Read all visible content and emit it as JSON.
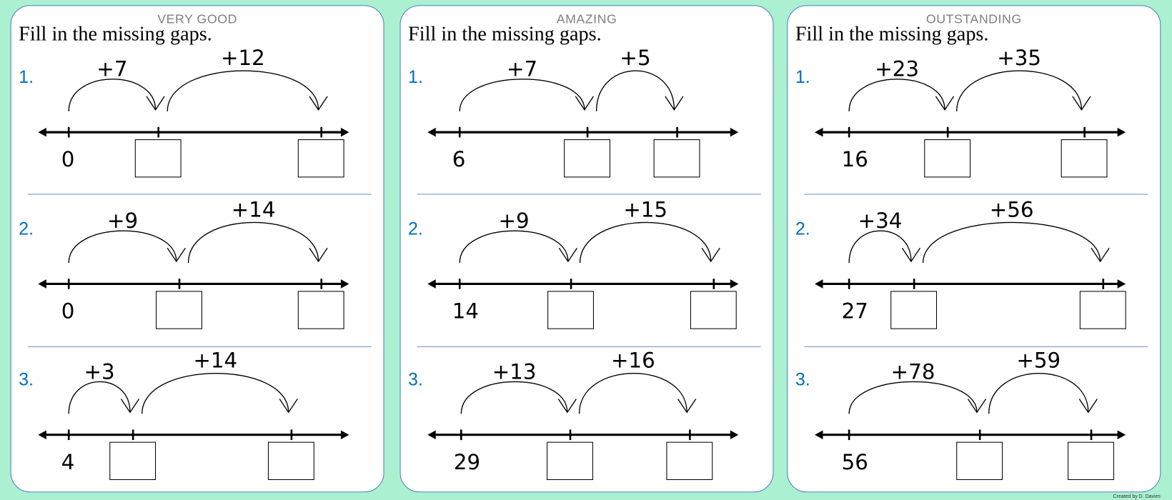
{
  "instruction": "Fill in the missing gaps.",
  "credit": "Created by D. Davies",
  "colors": {
    "background": "#aaf0d1",
    "border": "#4f81bd",
    "number": "#0070c0"
  },
  "panels": [
    {
      "level": "VERY GOOD",
      "problems": [
        {
          "number": "1.",
          "start": "0",
          "jumps": [
            "+7",
            "+12"
          ]
        },
        {
          "number": "2.",
          "start": "0",
          "jumps": [
            "+9",
            "+14"
          ]
        },
        {
          "number": "3.",
          "start": "4",
          "jumps": [
            "+3",
            "+14"
          ]
        }
      ]
    },
    {
      "level": "AMAZING",
      "problems": [
        {
          "number": "1.",
          "start": "6",
          "jumps": [
            "+7",
            "+5"
          ]
        },
        {
          "number": "2.",
          "start": "14",
          "jumps": [
            "+9",
            "+15"
          ]
        },
        {
          "number": "3.",
          "start": "29",
          "jumps": [
            "+13",
            "+16"
          ]
        }
      ]
    },
    {
      "level": "OUTSTANDING",
      "problems": [
        {
          "number": "1.",
          "start": "16",
          "jumps": [
            "+23",
            "+35"
          ]
        },
        {
          "number": "2.",
          "start": "27",
          "jumps": [
            "+34",
            "+56"
          ]
        },
        {
          "number": "3.",
          "start": "56",
          "jumps": [
            "+78",
            "+59"
          ]
        }
      ]
    }
  ]
}
